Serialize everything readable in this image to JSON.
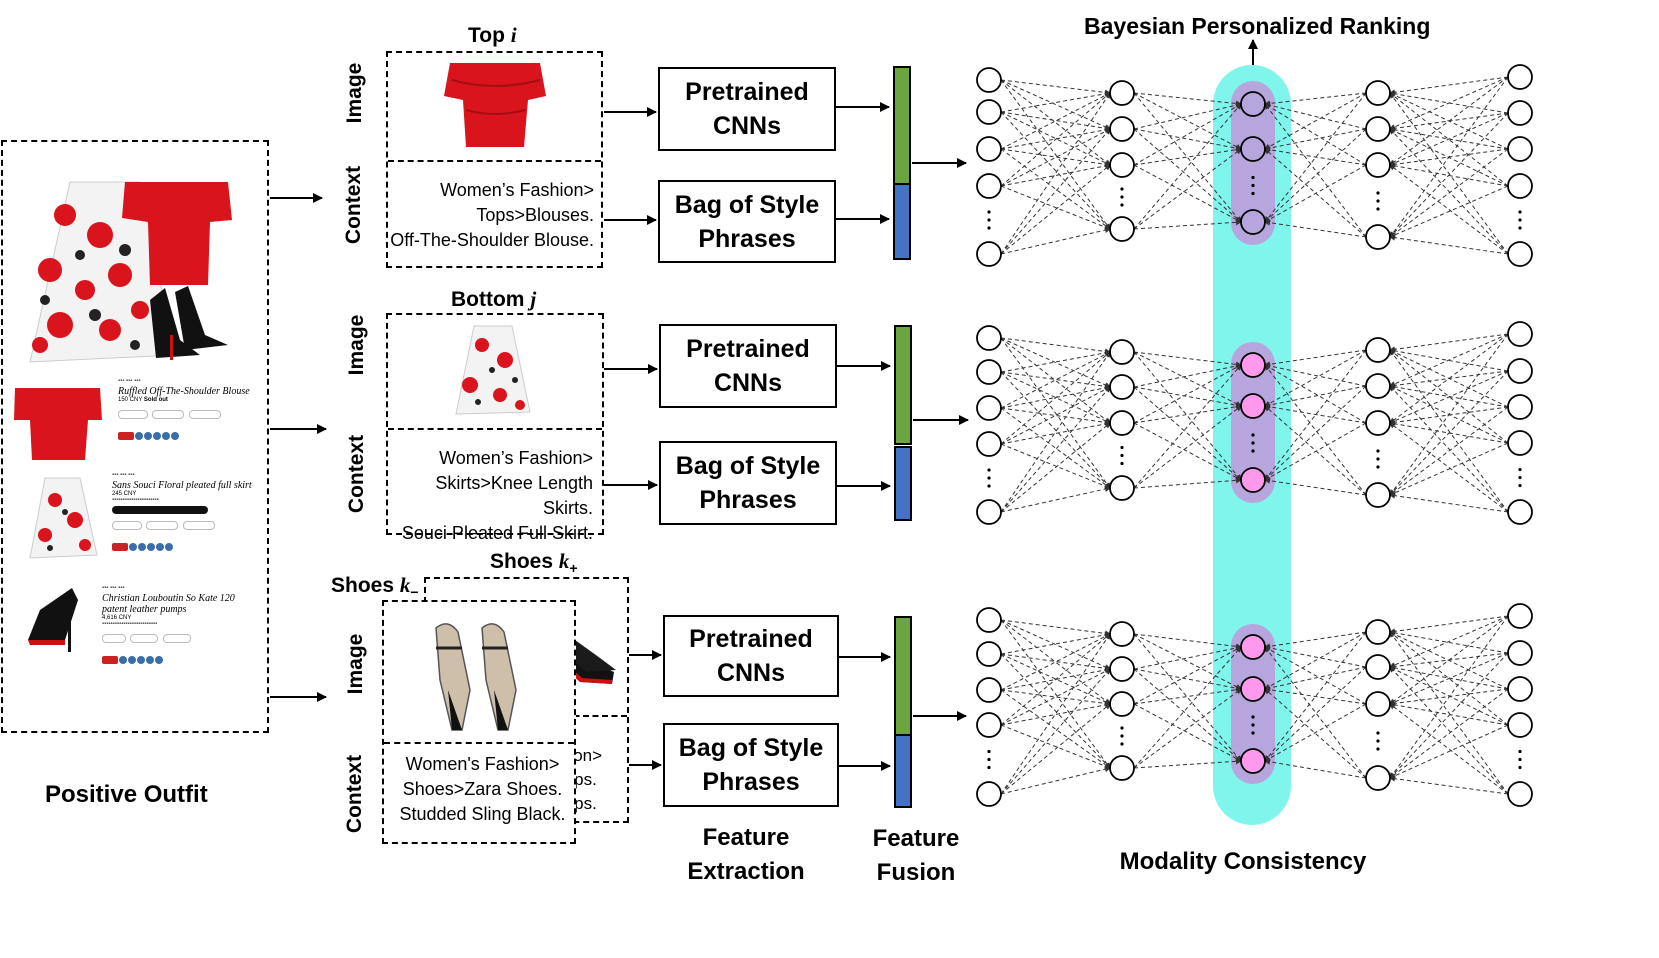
{
  "title": "Bayesian Personalized Ranking",
  "positive_outfit_label": "Positive Outfit",
  "rows": [
    {
      "item_name": "Top",
      "item_var": "i",
      "image_label": "Image",
      "context_label": "Context",
      "context_text": "Women’s Fashion>\nTops>Blouses.\nOff-The-Shoulder Blouse.",
      "cnn_label": "Pretrained\nCNNs",
      "bag_label": "Bag of Style\nPhrases"
    },
    {
      "item_name": "Bottom",
      "item_var": "j",
      "image_label": "Image",
      "context_label": "Context",
      "context_text": "Women’s Fashion>\nSkirts>Knee Length Skirts.\nSouci Pleated Full Skirt.",
      "cnn_label": "Pretrained\nCNNs",
      "bag_label": "Bag of Style\nPhrases"
    },
    {
      "item_name_pos": "Shoes",
      "item_var_pos": "k",
      "item_sub_pos": "+",
      "item_name_neg": "Shoes",
      "item_var_neg": "k",
      "item_sub_neg": "−",
      "image_label": "Image",
      "context_label": "Context",
      "context_text": "Women's Fashion>\nShoes>Zara Shoes.\nStudded Sling Black.",
      "context_text_back": "hion>\nmps.\nmps.",
      "cnn_label": "Pretrained\nCNNs",
      "bag_label": "Bag of Style\nPhrases"
    }
  ],
  "feature_extraction_label": "Feature\nExtraction",
  "feature_fusion_label": "Feature\nFusion",
  "modality_consistency_label": "Modality Consistency",
  "products": [
    {
      "title": "Ruffled Off-The-Shoulder Blouse",
      "price": "150 CNY",
      "status": "Sold out"
    },
    {
      "title": "Sans Souci Floral pleated full skirt",
      "price": "245 CNY",
      "status": ""
    },
    {
      "title": "Christian Louboutin So Kate 120 patent leather pumps",
      "price": "4,616 CNY",
      "status": ""
    }
  ],
  "colors": {
    "image_feature": "#6aa640",
    "text_feature": "#4472c4",
    "highlight": "#7ff5ec",
    "node_bg": "#b4a7e0",
    "hidden_node_pink": "#ff99ee",
    "hidden_node_purple": "#b7a6de",
    "garment_red": "#d9141c"
  }
}
